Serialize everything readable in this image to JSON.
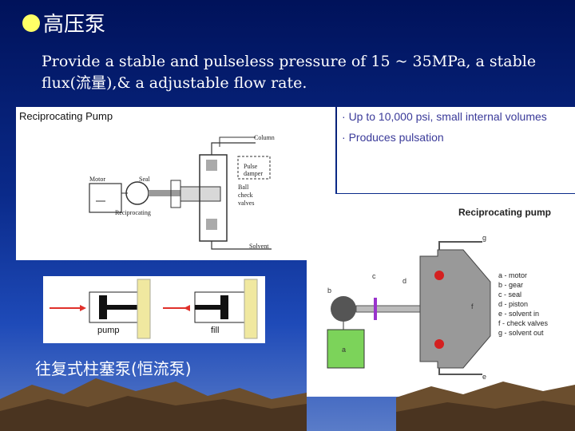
{
  "slide": {
    "title": "高压泵",
    "body": "Provide a stable and pulseless pressure of 15 ~ 35MPa, a stable flux(流量),& a adjustable flow rate.",
    "caption": "往复式柱塞泵(恒流泵)"
  },
  "diagram1": {
    "title": "Reciprocating Pump",
    "labels": {
      "column": "Column",
      "pulse": "Pulse",
      "damper": "damper",
      "ball": "Ball",
      "check": "check",
      "valves": "valves",
      "motor": "Motor",
      "seal": "Seal",
      "reciprocating": "Reciprocating",
      "solvent": "Solvent"
    }
  },
  "notes": {
    "items": [
      "Up to 10,000 psi, small internal volumes",
      "Produces pulsation"
    ]
  },
  "diagram2": {
    "title": "Reciprocating pump",
    "part_labels": [
      "a",
      "b",
      "c",
      "d",
      "e",
      "f",
      "g"
    ],
    "legend": [
      "a - motor",
      "b - gear",
      "c - seal",
      "d - piston",
      "e - solvent in",
      "f - check valves",
      "g - solvent out"
    ]
  },
  "diagram3": {
    "pump": "pump",
    "fill": "fill"
  }
}
